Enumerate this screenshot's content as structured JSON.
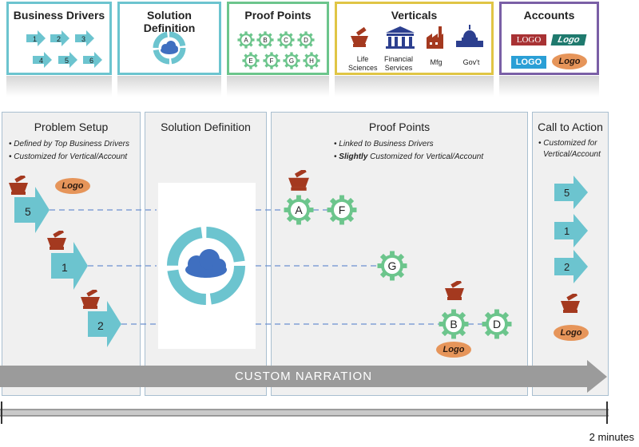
{
  "top_boxes": {
    "business_drivers": {
      "title": "Business Drivers",
      "items": [
        "1",
        "2",
        "3",
        "4",
        "5",
        "6"
      ]
    },
    "solution_definition": {
      "title": "Solution Definition"
    },
    "proof_points": {
      "title": "Proof Points",
      "items": [
        "A",
        "B",
        "C",
        "D",
        "E",
        "F",
        "G",
        "H"
      ]
    },
    "verticals": {
      "title": "Verticals",
      "items": [
        "Life Sciences",
        "Financial Services",
        "Mfg",
        "Gov't"
      ]
    },
    "accounts": {
      "title": "Accounts",
      "logos": [
        "LOGO",
        "Logo",
        "LOGO",
        "Logo"
      ]
    }
  },
  "panels": {
    "problem_setup": {
      "title": "Problem Setup",
      "bullets": [
        "• Defined by Top Business Drivers",
        "• Customized for Vertical/Account"
      ],
      "logo": "Logo",
      "drivers": [
        "5",
        "1",
        "2"
      ]
    },
    "solution_definition": {
      "title": "Solution Definition"
    },
    "proof_points": {
      "title": "Proof Points",
      "bullet1": "• Linked to Business Drivers",
      "bullet2_bold": "Slightly",
      "bullet2_rest": " Customized for Vertical/Account",
      "gears": [
        "A",
        "F",
        "G",
        "B",
        "D"
      ],
      "logo": "Logo"
    },
    "call_to_action": {
      "title": "Call to Action",
      "bullets": [
        "• Customized for",
        "Vertical/Account"
      ],
      "drivers": [
        "5",
        "1",
        "2"
      ],
      "logo": "Logo"
    }
  },
  "narration": "CUSTOM  NARRATION",
  "timeline": {
    "label": "2 minutes"
  },
  "colors": {
    "teal": "#6cc4cf",
    "gear_green": "#6cc58c",
    "mortar": "#a4391f",
    "cloud": "#3f6fc0",
    "logo_orange": "#e6955a",
    "arrow_gray": "#9b9b9b"
  }
}
